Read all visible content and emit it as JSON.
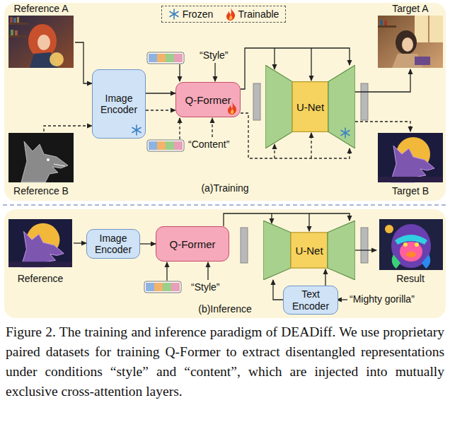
{
  "diagram": {
    "caption": "Figure 2. The training and inference paradigm of DEADiff. We use proprietary paired datasets for training Q-Former to extract disentangled representations under conditions “style” and “content”, which are injected into mutually exclusive cross-attention layers.",
    "nodes": [
      {
        "text": [
          "(a)Training"
        ]
      },
      {
        "text": [
          "Reference A"
        ],
        "in": 0
      },
      {
        "text": [
          "Reference B"
        ],
        "in": 0
      },
      {
        "text": [
          "Image Encoder"
        ],
        "in": 0
      },
      {
        "text": [
          "Q-Former"
        ],
        "in": 0
      },
      {
        "text": [
          "U-Net"
        ],
        "in": 0
      },
      {
        "text": [
          "Target A"
        ],
        "in": 0
      },
      {
        "text": [
          "Target B"
        ],
        "in": 0
      },
      {
        "text": [
          "(b)Inference"
        ]
      },
      {
        "text": [
          "Reference"
        ],
        "in": 8
      },
      {
        "text": [
          "Image Encoder"
        ],
        "in": 8
      },
      {
        "text": [
          "Q-Former"
        ],
        "in": 8
      },
      {
        "text": [
          "U-Net"
        ],
        "in": 8
      },
      {
        "text": [
          "Result"
        ],
        "in": 8
      },
      {
        "text": [
          "Text Encoder"
        ],
        "in": 8
      }
    ],
    "edges": [
      {
        "from": 1,
        "to": 3,
        "arrow": "to"
      },
      {
        "from": 2,
        "to": 3,
        "arrow": "to"
      },
      {
        "from": 3,
        "to": 4,
        "arrow": "to"
      },
      {
        "from": 3,
        "to": 4,
        "arrow": "to"
      },
      {
        "from": 4,
        "to": 5,
        "arrow": "to"
      },
      {
        "from": 4,
        "to": 5,
        "arrow": "to"
      },
      {
        "from": 5,
        "to": 6,
        "arrow": "to"
      },
      {
        "from": 5,
        "to": 7,
        "arrow": "to"
      },
      {
        "from": 9,
        "to": 10,
        "arrow": "to"
      },
      {
        "from": 10,
        "to": 11,
        "arrow": "to"
      },
      {
        "from": 11,
        "to": 12,
        "arrow": "to"
      },
      {
        "from": 12,
        "to": 13,
        "arrow": "to"
      },
      {
        "from": 14,
        "to": 12,
        "arrow": "to"
      }
    ],
    "labels": [
      "“Style”",
      "“Content”",
      "“Style”",
      "“Mighty gorilla”"
    ],
    "legend": [
      {
        "text": "Frozen"
      },
      {
        "text": "Trainable"
      }
    ]
  }
}
